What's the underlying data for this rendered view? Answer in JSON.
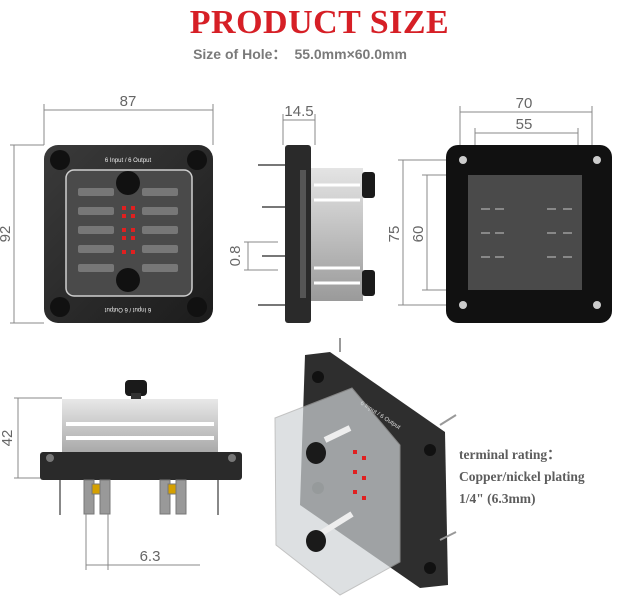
{
  "header": {
    "title": "PRODUCT SIZE",
    "title_color": "#d61f26",
    "hole_label": "Size of Hole：",
    "hole_value": "55.0mm×60.0mm"
  },
  "dimensions": {
    "front_width": "87",
    "front_height": "92",
    "side_depth": "14.5",
    "side_gap": "0.8",
    "back_width": "70",
    "back_inner_width": "55",
    "back_height": "75",
    "back_inner_height": "60",
    "cover_height": "42",
    "terminal_pitch": "6.3"
  },
  "panel": {
    "label": "6 Input / 6 Output",
    "fuse_indicator_color": "#e02020"
  },
  "note": {
    "line1": "terminal rating：",
    "line2": "Copper/nickel plating",
    "line3": "1/4\" (6.3mm)"
  }
}
